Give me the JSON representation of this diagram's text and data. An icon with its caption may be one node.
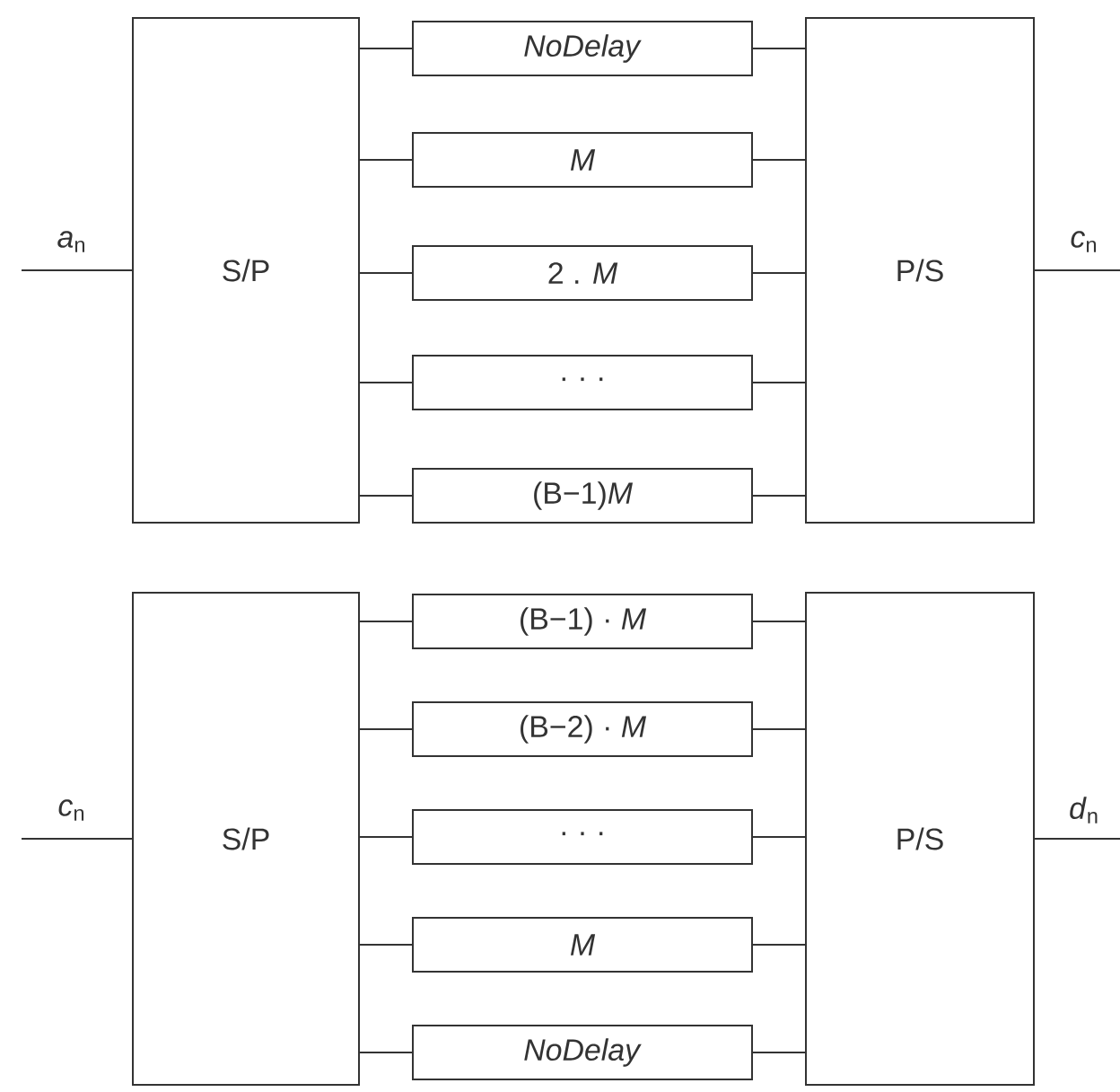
{
  "diagram": {
    "nodes": [
      {
        "text": [
          "S/P"
        ]
      },
      {
        "text": [
          "*NoDelay*"
        ]
      },
      {
        "text": [
          "*M*"
        ]
      },
      {
        "text": [
          "2 . *M*"
        ]
      },
      {
        "text": [
          "· · ·"
        ]
      },
      {
        "text": [
          "(B−1)*M*"
        ]
      },
      {
        "text": [
          "P/S"
        ]
      },
      {
        "text": [
          "S/P"
        ]
      },
      {
        "text": [
          "(B−1) · *M*"
        ]
      },
      {
        "text": [
          "(B−2) · *M*"
        ]
      },
      {
        "text": [
          "· · ·"
        ]
      },
      {
        "text": [
          "*M*"
        ]
      },
      {
        "text": [
          "*NoDelay*"
        ]
      },
      {
        "text": [
          "P/S"
        ]
      }
    ],
    "edges": [
      {
        "from": null,
        "to": 0,
        "arrow": "none",
        "label": "*a*$_{n}$"
      },
      {
        "from": 0,
        "to": 1,
        "arrow": "none"
      },
      {
        "from": 0,
        "to": 2,
        "arrow": "none"
      },
      {
        "from": 0,
        "to": 3,
        "arrow": "none"
      },
      {
        "from": 0,
        "to": 4,
        "arrow": "none"
      },
      {
        "from": 0,
        "to": 5,
        "arrow": "none"
      },
      {
        "from": 1,
        "to": 6,
        "arrow": "none"
      },
      {
        "from": 2,
        "to": 6,
        "arrow": "none"
      },
      {
        "from": 3,
        "to": 6,
        "arrow": "none"
      },
      {
        "from": 4,
        "to": 6,
        "arrow": "none"
      },
      {
        "from": 5,
        "to": 6,
        "arrow": "none"
      },
      {
        "from": 6,
        "to": null,
        "arrow": "none",
        "label": "*c*$_{n}$"
      },
      {
        "from": null,
        "to": 7,
        "arrow": "none",
        "label": "*c*$_{n}$"
      },
      {
        "from": 7,
        "to": 8,
        "arrow": "none"
      },
      {
        "from": 7,
        "to": 9,
        "arrow": "none"
      },
      {
        "from": 7,
        "to": 10,
        "arrow": "none"
      },
      {
        "from": 7,
        "to": 11,
        "arrow": "none"
      },
      {
        "from": 7,
        "to": 12,
        "arrow": "none"
      },
      {
        "from": 8,
        "to": 13,
        "arrow": "none"
      },
      {
        "from": 9,
        "to": 13,
        "arrow": "none"
      },
      {
        "from": 10,
        "to": 13,
        "arrow": "none"
      },
      {
        "from": 11,
        "to": 13,
        "arrow": "none"
      },
      {
        "from": 12,
        "to": 13,
        "arrow": "none"
      },
      {
        "from": 13,
        "to": null,
        "arrow": "none",
        "label": "*d*$_{n}$"
      }
    ]
  }
}
